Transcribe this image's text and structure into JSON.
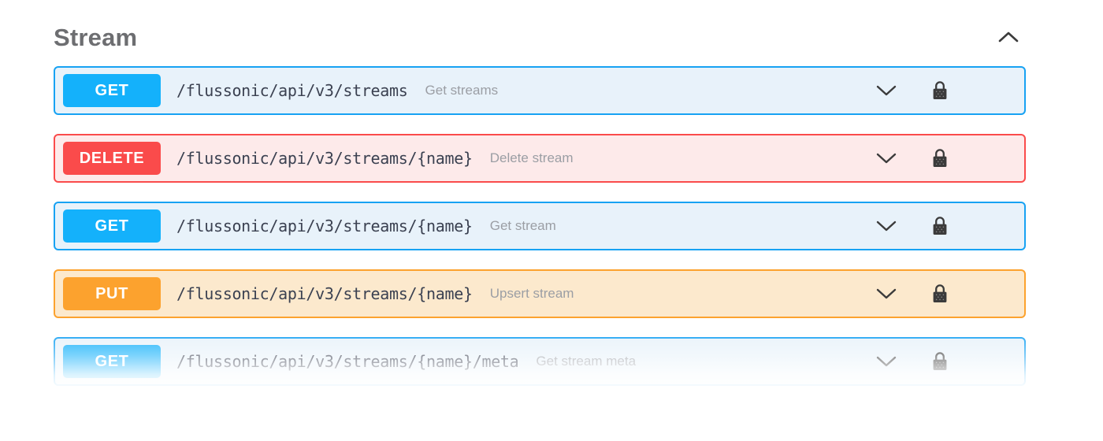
{
  "section": {
    "title": "Stream",
    "collapse_icon": "chevron-up-icon",
    "collapsed": false
  },
  "operations": [
    {
      "method": "GET",
      "method_color": "#14b1fb",
      "row_bg": "#e8f2fa",
      "row_border": "#17a2f3",
      "path": "/flussonic/api/v3/streams",
      "summary": "Get streams",
      "expand_icon": "chevron-down-icon",
      "auth_icon": "lock-closed-icon"
    },
    {
      "method": "DELETE",
      "method_color": "#fa4b4b",
      "row_bg": "#fdeaea",
      "row_border": "#fa4b4b",
      "path": "/flussonic/api/v3/streams/{name}",
      "summary": "Delete stream",
      "expand_icon": "chevron-down-icon",
      "auth_icon": "lock-closed-icon"
    },
    {
      "method": "GET",
      "method_color": "#14b1fb",
      "row_bg": "#e8f2fa",
      "row_border": "#17a2f3",
      "path": "/flussonic/api/v3/streams/{name}",
      "summary": "Get stream",
      "expand_icon": "chevron-down-icon",
      "auth_icon": "lock-closed-icon"
    },
    {
      "method": "PUT",
      "method_color": "#fca22e",
      "row_bg": "#fce9cd",
      "row_border": "#fca22e",
      "path": "/flussonic/api/v3/streams/{name}",
      "summary": "Upsert stream",
      "expand_icon": "chevron-down-icon",
      "auth_icon": "lock-closed-icon"
    },
    {
      "method": "GET",
      "method_color": "#14b1fb",
      "row_bg": "#e8f2fa",
      "row_border": "#17a2f3",
      "path": "/flussonic/api/v3/streams/{name}/meta",
      "summary": "Get stream meta",
      "expand_icon": "chevron-down-icon",
      "auth_icon": "lock-closed-icon"
    }
  ],
  "colors": {
    "page_bg": "#ffffff",
    "title_text": "#6d6e71",
    "path_text": "#3b4151",
    "summary_text": "#9b9ea4",
    "icon_stroke": "#3b3b3b"
  }
}
